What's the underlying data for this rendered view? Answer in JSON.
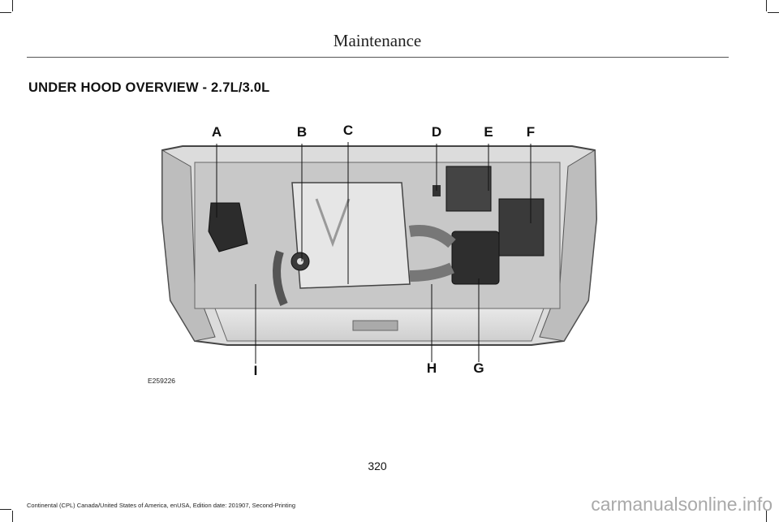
{
  "header": {
    "title": "Maintenance"
  },
  "section": {
    "heading": "UNDER HOOD OVERVIEW - 2.7L/3.0L"
  },
  "figure": {
    "callouts_top": [
      "A",
      "B",
      "C",
      "D",
      "E",
      "F"
    ],
    "callouts_bottom": [
      "I",
      "H",
      "G"
    ],
    "code": "E259226"
  },
  "page": {
    "number": "320"
  },
  "footer": {
    "text": "Continental (CPL) Canada/United States of America, enUSA, Edition date: 201907, Second-Printing"
  },
  "watermark": {
    "text": "carmanualsonline.info"
  }
}
